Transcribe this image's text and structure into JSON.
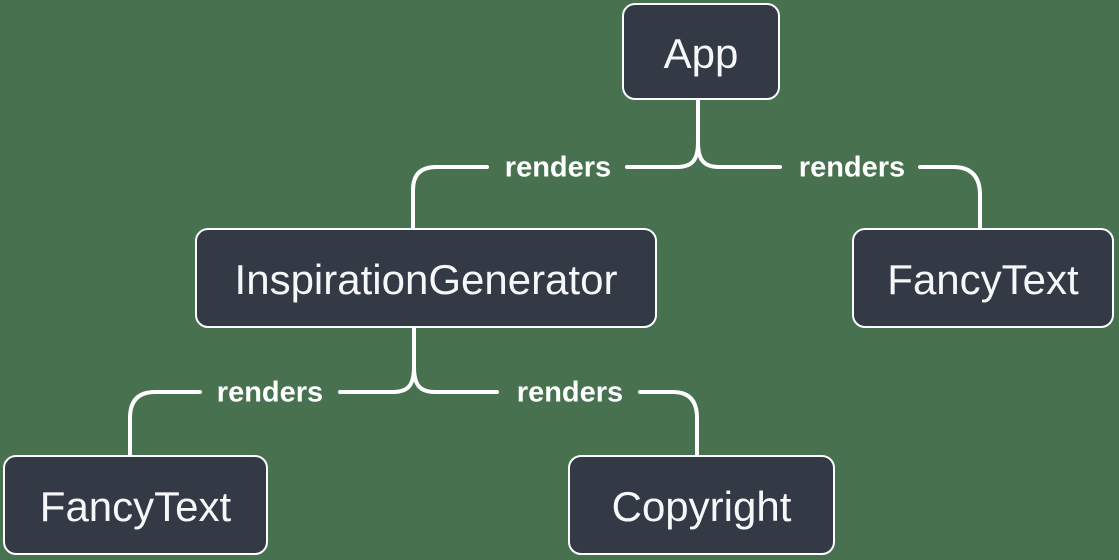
{
  "diagram": {
    "kind": "component-render-tree",
    "background_color": "#47714F",
    "node_fill_color": "#333A45",
    "node_border_color": "#FBFCFD",
    "connector_color": "#FFFFFF",
    "node_text_color": "#F6F7F9",
    "nodes": [
      {
        "id": "app",
        "label": "App"
      },
      {
        "id": "inspiration-generator",
        "label": "InspirationGenerator"
      },
      {
        "id": "fancy-text-top",
        "label": "FancyText"
      },
      {
        "id": "fancy-text-bottom",
        "label": "FancyText"
      },
      {
        "id": "copyright",
        "label": "Copyright"
      }
    ],
    "edges": [
      {
        "from": "App",
        "to": "InspirationGenerator",
        "label": "renders"
      },
      {
        "from": "App",
        "to": "FancyText",
        "label": "renders"
      },
      {
        "from": "InspirationGenerator",
        "to": "FancyText",
        "label": "renders"
      },
      {
        "from": "InspirationGenerator",
        "to": "Copyright",
        "label": "renders"
      }
    ]
  }
}
